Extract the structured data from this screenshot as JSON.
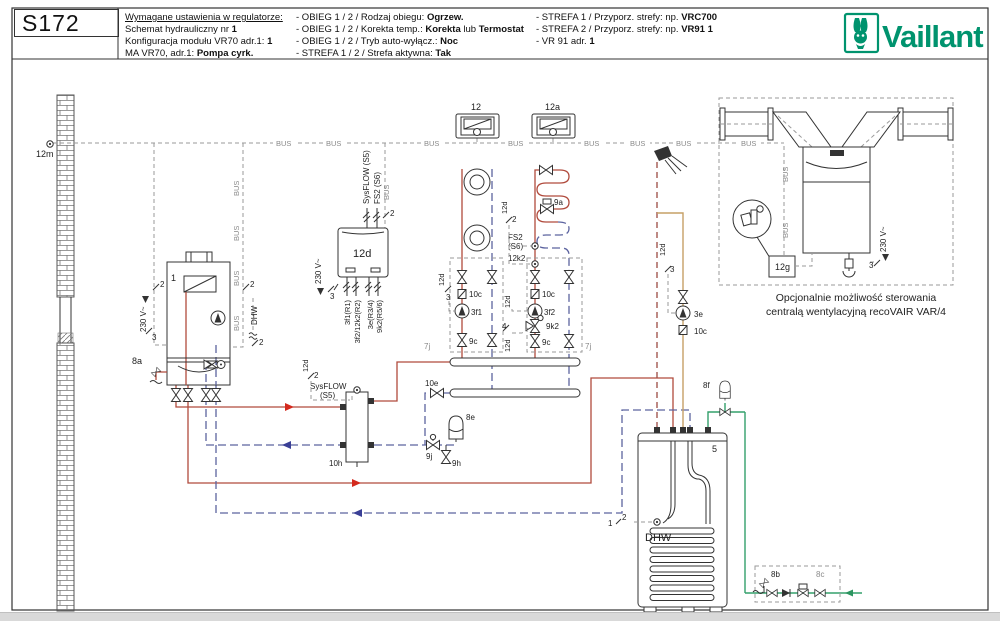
{
  "header": {
    "code": "S172",
    "title": "Wymagane ustawienia w regulatorze:",
    "col1": [
      {
        "t": "Schemat hydrauliczny nr ",
        "v": "1"
      },
      {
        "t": "Konfiguracja modułu VR70 adr.1: ",
        "v": "1"
      },
      {
        "t": "MA VR70, adr.1: ",
        "v": "Pompa cyrk."
      }
    ],
    "col2": [
      {
        "t": "- OBIEG 1 / 2 / Rodzaj obiegu: ",
        "v": "Ogrzew."
      },
      {
        "t": "- OBIEG 1 / 2 / Korekta temp.: ",
        "v": "Korekta",
        "t2": " lub ",
        "v2": "Termostat"
      },
      {
        "t": "- OBIEG 1 / 2 / Tryb auto-wyłącz.: ",
        "v": "Noc"
      },
      {
        "t": "- STREFA 1 / 2 / Strefa aktywna: ",
        "v": "Tak"
      }
    ],
    "col3": [
      {
        "t": "- STREFA 1 / Przyporz. strefy: np. ",
        "v": "VRC700"
      },
      {
        "t": "- STREFA 2 / Przyporz. strefy: np. ",
        "v": "VR91 1"
      },
      {
        "t": "- VR 91 adr. ",
        "v": "1"
      }
    ]
  },
  "brand": {
    "name": "Vaillant"
  },
  "labels": {
    "m12": "12m",
    "bus": "BUS",
    "boiler": "1",
    "a8": "8a",
    "v230": "230 V~",
    "dhw": "DHW",
    "n1": "1",
    "n2": "2",
    "n3": "3",
    "n4": "4",
    "sysflow": "SysFLOW",
    "s5": "(S5)",
    "sysflow_s5": "SysFLOW (S5)",
    "fs2": "FS2",
    "s6": "(S6)",
    "fs2_s6": "FS2 (S6)",
    "d12": "12d",
    "r1": "3f1(R1)",
    "r2": "3f2/12k2(R2)",
    "r3": "3e(R3/4)",
    "r4": "9k2(R5/6)",
    "stat1": "12",
    "stat2": "12a",
    "a9": "9a",
    "k12": "12k2",
    "c10": "10c",
    "f31": "3f1",
    "f32": "3f2",
    "k92": "9k2",
    "c9": "9c",
    "j7": "7j",
    "h10": "10h",
    "e10": "10e",
    "e8": "8e",
    "j9": "9j",
    "h9": "9h",
    "e3": "3e",
    "f8": "8f",
    "cyl": "5",
    "b8": "8b",
    "c8": "8c",
    "g12": "12g"
  },
  "caption": {
    "line1": "Opcjonalnie możliwość sterowania",
    "line2": "centralą wentylacyjną recoVAIR VAR/4"
  }
}
